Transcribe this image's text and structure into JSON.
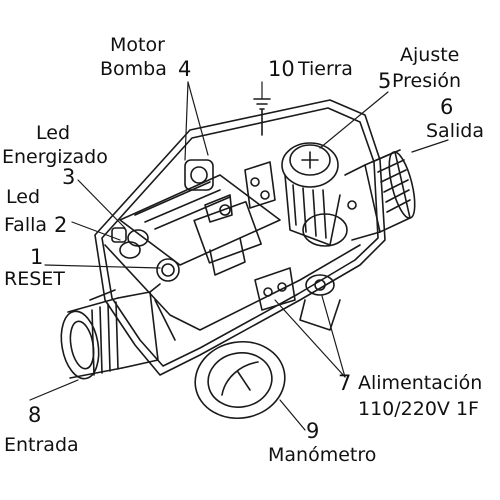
{
  "labels": {
    "motor": "Motor",
    "bomba": "Bomba",
    "n4": "4",
    "n10": "10",
    "tierra": "Tierra",
    "ajuste": "Ajuste",
    "n5": "5",
    "presion": "Presión",
    "n6": "6",
    "salida": "Salida",
    "led1": "Led",
    "energizado": "Energizado",
    "n3": "3",
    "led2": "Led",
    "falla": "Falla",
    "n2": "2",
    "n1": "1",
    "reset": "RESET",
    "n8": "8",
    "entrada": "Entrada",
    "n7": "7",
    "alimentacion": "Alimentación",
    "voltaje": "110/220V 1F",
    "n9": "9",
    "manometro": "Manómetro"
  },
  "colors": {
    "line": "#1a1a1a",
    "background": "#ffffff"
  }
}
